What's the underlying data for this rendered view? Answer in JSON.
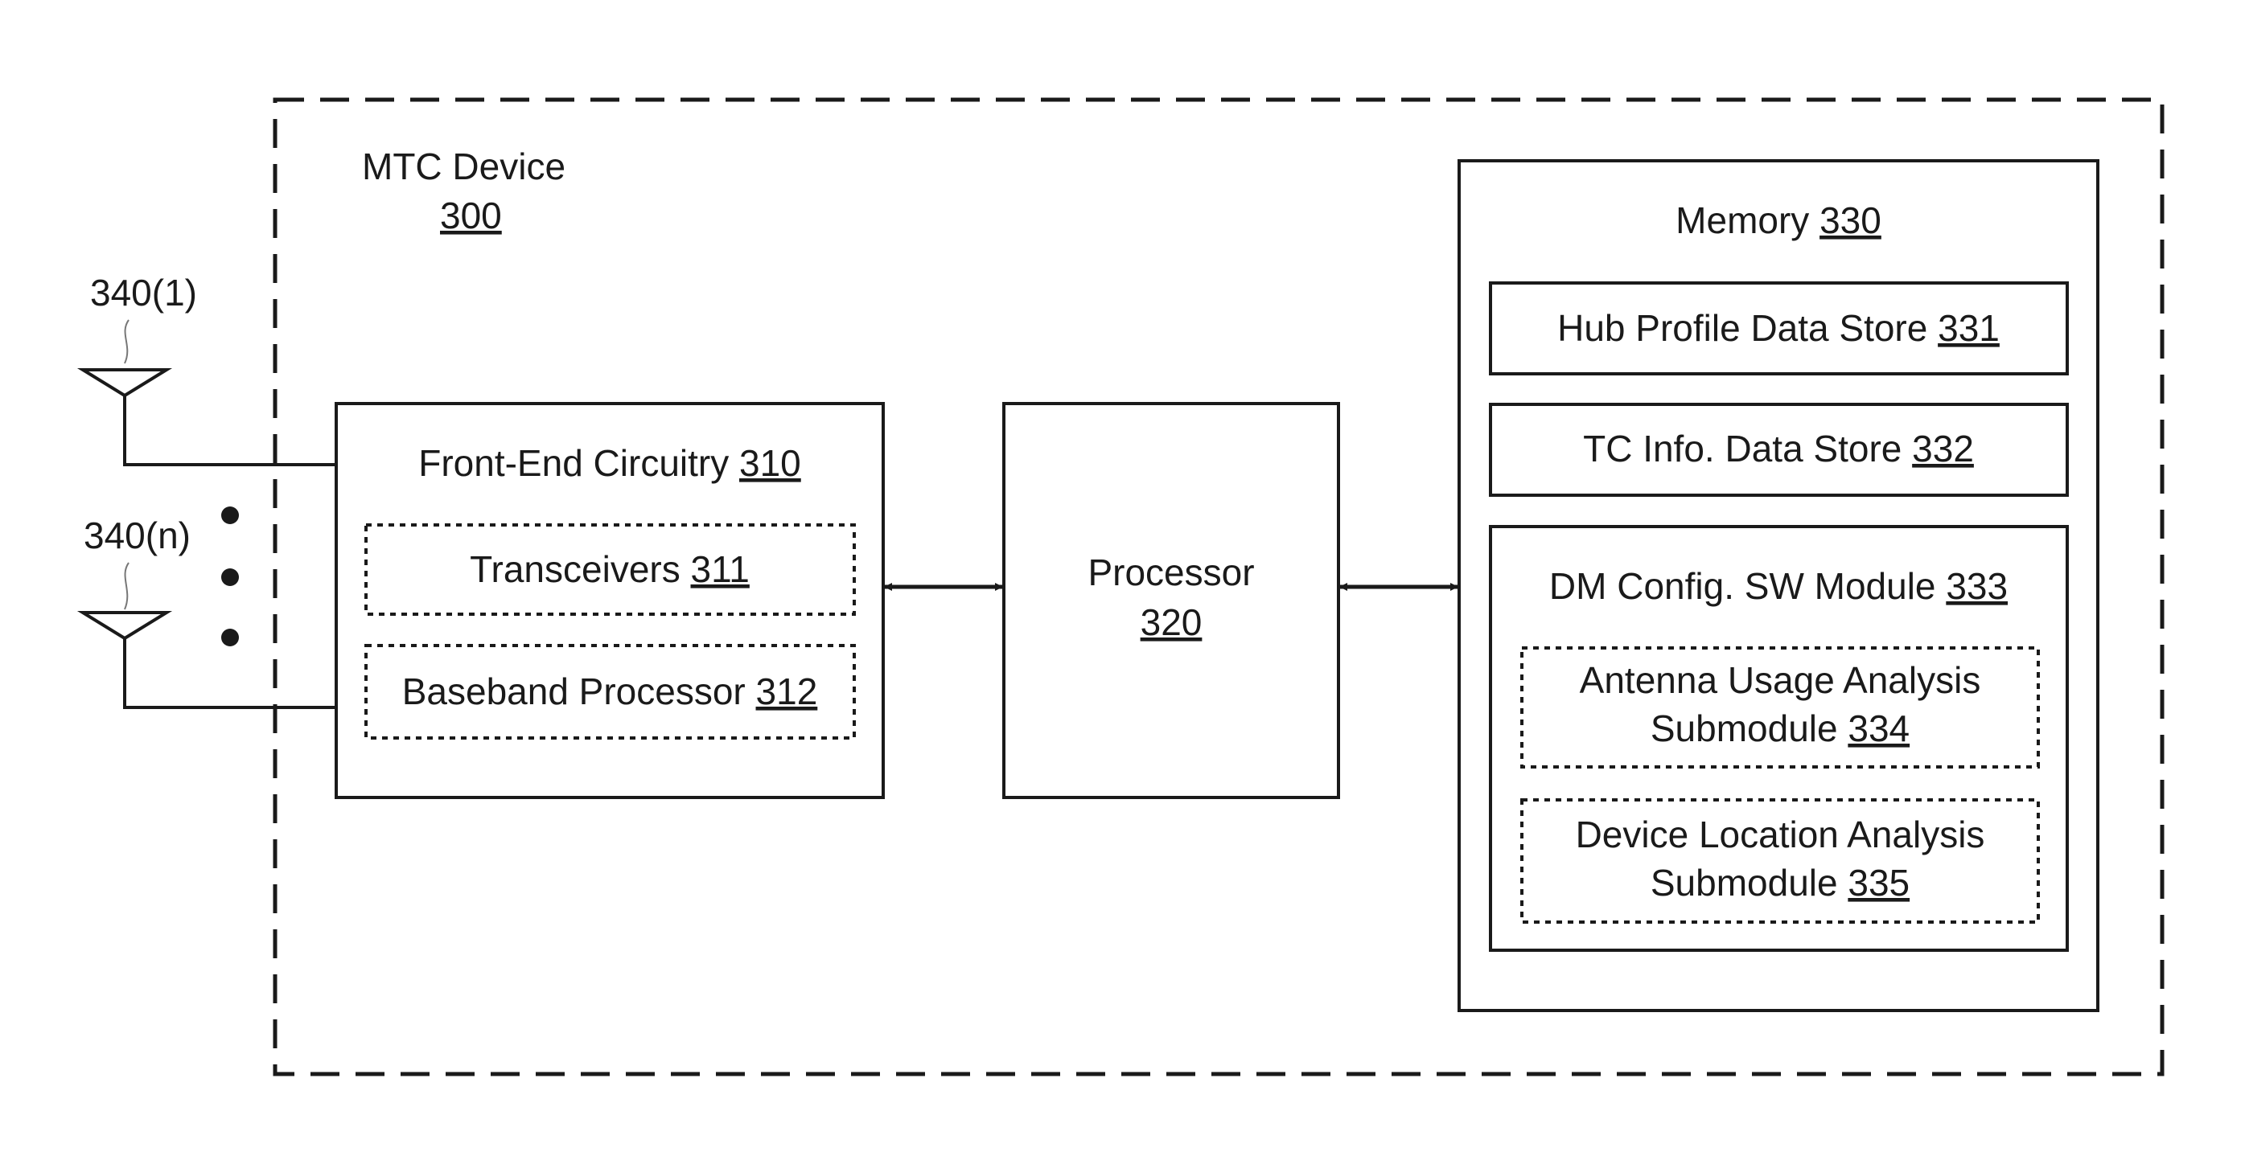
{
  "device": {
    "label": "MTC Device",
    "ref": "300"
  },
  "antennas": [
    {
      "label": "340(1)"
    },
    {
      "label": "340(n)"
    }
  ],
  "front_end": {
    "label": "Front-End Circuitry ",
    "ref": "310",
    "transceivers": {
      "label": "Transceivers ",
      "ref": "311"
    },
    "baseband": {
      "label": "Baseband Processor ",
      "ref": "312"
    }
  },
  "processor": {
    "label": "Processor",
    "ref": "320"
  },
  "memory": {
    "label": "Memory ",
    "ref": "330",
    "hub_profile": {
      "label": "Hub Profile Data Store ",
      "ref": "331"
    },
    "tc_info": {
      "label": "TC Info. Data Store ",
      "ref": "332"
    },
    "dm_config": {
      "label": "DM Config. SW Module ",
      "ref": "333",
      "antenna_usage": {
        "line1": "Antenna Usage Analysis",
        "line2": "Submodule ",
        "ref": "334"
      },
      "device_location": {
        "line1": "Device Location Analysis",
        "line2": "Submodule ",
        "ref": "335"
      }
    }
  }
}
